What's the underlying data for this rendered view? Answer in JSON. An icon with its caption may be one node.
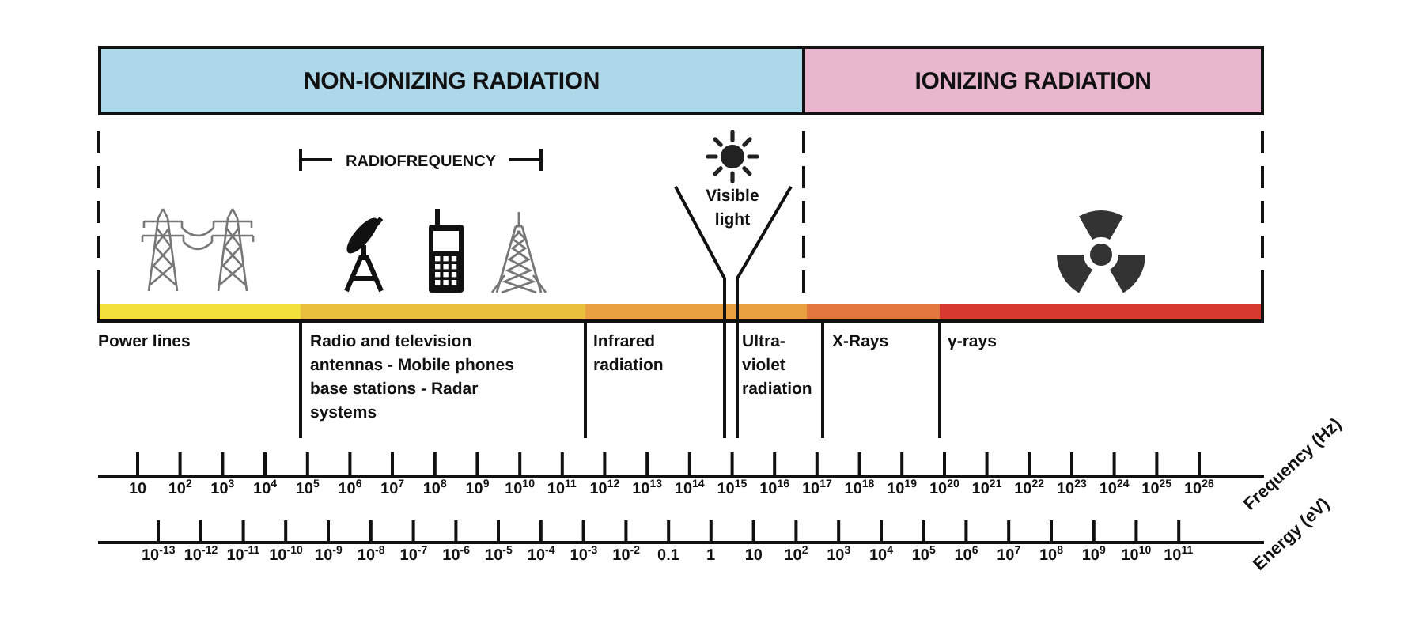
{
  "diagram": {
    "nodes": [
      {
        "text": [
          "NON-IONIZING RADIATION"
        ]
      },
      {
        "text": [
          "IONIZING RADIATION"
        ]
      }
    ],
    "labels": [
      "RADIOFREQUENCY",
      "Visible light",
      "Power lines",
      "Radio and television antennas - Mobile phones base stations - Radar systems",
      "Infrared radiation",
      "Ultra-violet radiation",
      "X-Rays",
      "γ-rays",
      "10",
      "10$^{2}$",
      "10$^{3}$",
      "10$^{4}$",
      "10$^{5}$",
      "10$^{6}$",
      "10$^{7}$",
      "10$^{8}$",
      "10$^{9}$",
      "10$^{10}$",
      "10$^{11}$",
      "10$^{12}$",
      "10$^{13}$",
      "10$^{14}$",
      "10$^{15}$",
      "10$^{16}$",
      "10$^{17}$",
      "10$^{18}$",
      "10$^{19}$",
      "10$^{20}$",
      "10$^{21}$",
      "10$^{22}$",
      "10$^{23}$",
      "10$^{24}$",
      "10$^{25}$",
      "10$^{26}$",
      "Frequency (Hz)",
      "10$^{-13}$",
      "10$^{-12}$",
      "10$^{-11}$",
      "10$^{-10}$",
      "10$^{-9}$",
      "10$^{-8}$",
      "10$^{-7}$",
      "10$^{-6}$",
      "10$^{-5}$",
      "10$^{-4}$",
      "10$^{-3}$",
      "10$^{-2}$",
      "0.1",
      "1",
      "10",
      "10$^{2}$",
      "10$^{3}$",
      "10$^{4}$",
      "10$^{5}$",
      "10$^{6}$",
      "10$^{7}$",
      "10$^{8}$",
      "10$^{9}$",
      "10$^{10}$",
      "10$^{11}$",
      "Energy (eV)"
    ]
  }
}
